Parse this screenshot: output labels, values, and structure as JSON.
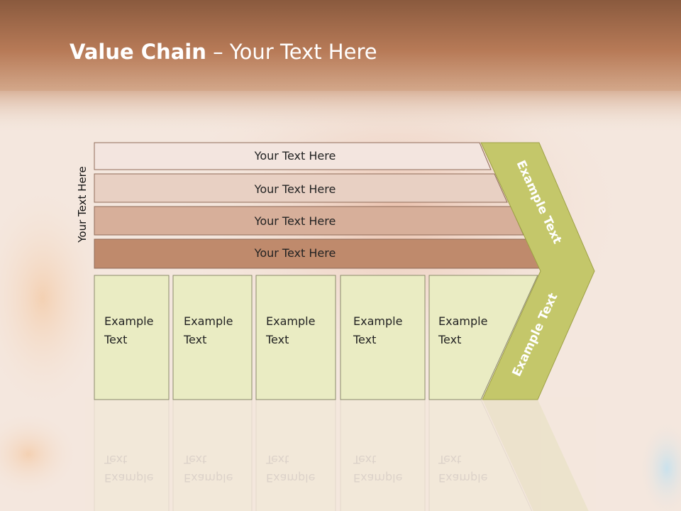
{
  "slide": {
    "title_bold": "Value Chain",
    "title_rest": " – Your Text Here",
    "side_label": "Your Text Here"
  },
  "bars": [
    {
      "label": "Your Text Here",
      "fill": "#f3e5df"
    },
    {
      "label": "Your Text Here",
      "fill": "#e8d0c3"
    },
    {
      "label": "Your Text Here",
      "fill": "#d7af9a"
    },
    {
      "label": "Your Text Here",
      "fill": "#bf8a6c"
    }
  ],
  "boxes": [
    {
      "line1": "Example",
      "line2": "Text"
    },
    {
      "line1": "Example",
      "line2": "Text"
    },
    {
      "line1": "Example",
      "line2": "Text"
    },
    {
      "line1": "Example",
      "line2": "Text"
    },
    {
      "line1": "Example",
      "line2": "Text"
    }
  ],
  "chevron": {
    "top_text": "Example Text",
    "bottom_text": "Example Text",
    "fill": "#c4c76a"
  },
  "colors": {
    "header": "#a86e4c",
    "box_fill": "#eaecc3",
    "box_border": "#8a8a6a",
    "chevron_text": "#ffffff"
  }
}
